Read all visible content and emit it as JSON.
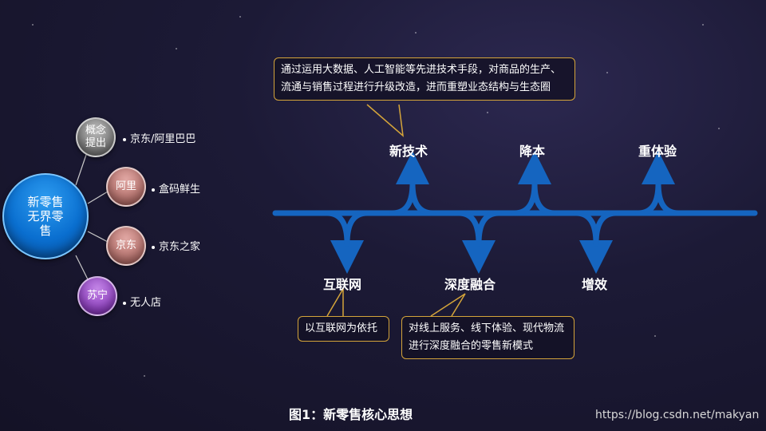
{
  "left_tree": {
    "center": "新零售\n无界零\n售",
    "nodes": [
      {
        "label": "概念\n提出",
        "bullet": "京东/阿里巴巴"
      },
      {
        "label": "阿里",
        "bullet": "盒码鲜生"
      },
      {
        "label": "京东",
        "bullet": "京东之家"
      },
      {
        "label": "苏宁",
        "bullet": "无人店"
      }
    ]
  },
  "flow": {
    "top_labels": [
      "新技术",
      "降本",
      "重体验"
    ],
    "bottom_labels": [
      "互联网",
      "深度融合",
      "增效"
    ],
    "callouts": {
      "tech": "通过运用大数据、人工智能等先进技术手段，对商品的生产、流通与销售过程进行升级改造，进而重塑业态结构与生态圈",
      "internet": "以互联网为依托",
      "fusion": "对线上服务、线下体验、现代物流进行深度融合的零售新模式"
    }
  },
  "caption": "图1：新零售核心思想",
  "watermark": "https://blog.csdn.net/makyan",
  "colors": {
    "flow_blue": "#1565c0",
    "callout_border": "#d4a43a",
    "main_circle": "#0a6fd0"
  }
}
